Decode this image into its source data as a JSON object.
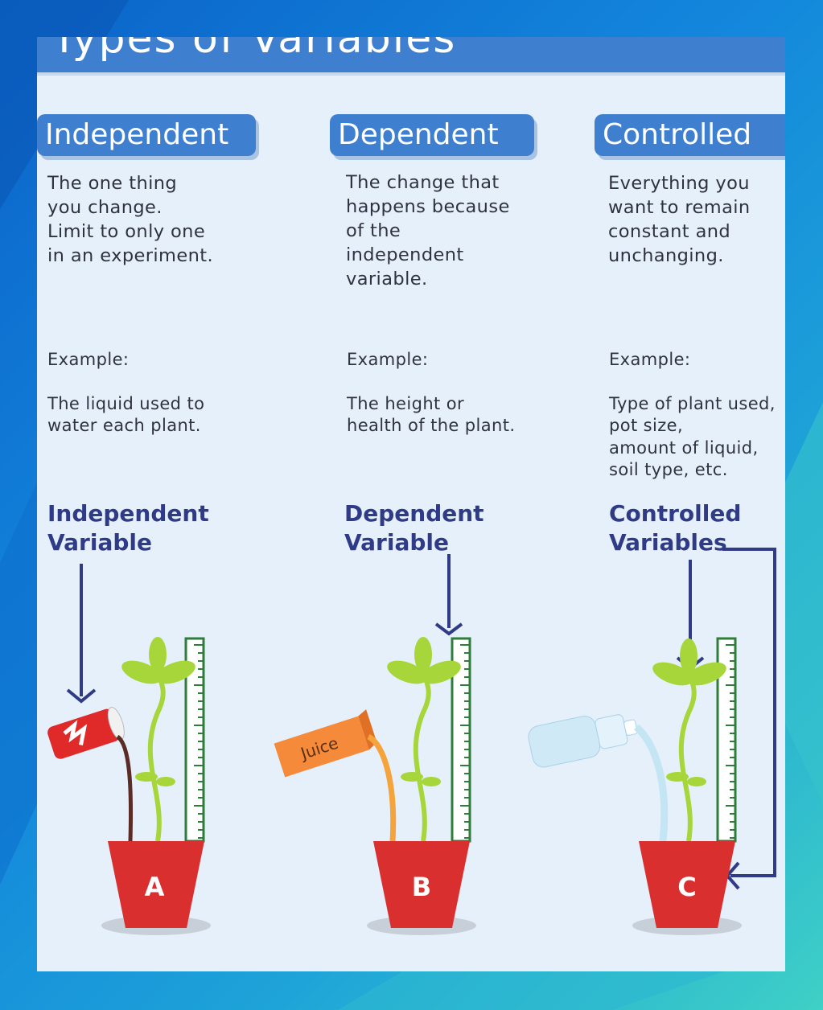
{
  "title": "Types of Variables",
  "columns": [
    {
      "heading": "Independent",
      "description": "The one thing\nyou change.\nLimit to only one\nin an experiment.",
      "example_label": "Example:",
      "example_text": "The liquid used to\nwater each plant.",
      "variable_label": "Independent\nVariable",
      "pot_letter": "A"
    },
    {
      "heading": "Dependent",
      "description": "The change that\nhappens because\nof the\nindependent\nvariable.",
      "example_label": "Example:",
      "example_text": "The height or\nhealth of the plant.",
      "variable_label": "Dependent\nVariable",
      "pot_letter": "B"
    },
    {
      "heading": "Controlled",
      "description": "Everything you\nwant to remain\nconstant and\nunchanging.",
      "example_label": "Example:",
      "example_text": "Type of plant used,\npot size,\namount of liquid,\nsoil type, etc.",
      "variable_label": "Controlled\nVariables",
      "pot_letter": "C"
    }
  ],
  "carton_label": "Juice",
  "colors": {
    "background": "#1386dc",
    "panel": "#e6f0fb",
    "tab": "#3f7fd0",
    "label_text": "#2f3b86",
    "pot": "#d92f2f",
    "leaf": "#a6d63a",
    "ruler": "#2f7d3a",
    "can": "#e02a2a",
    "carton": "#f48a3a",
    "bottle": "#cfe9f7"
  }
}
